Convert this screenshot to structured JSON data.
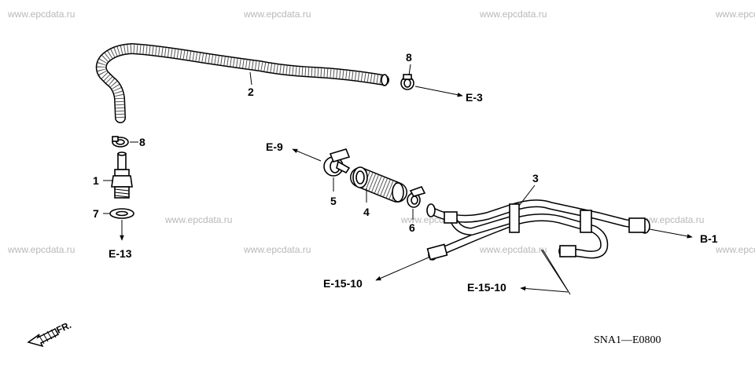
{
  "watermark": "www.epcdata.ru",
  "drawing_code": "SNA1—E0800",
  "front_marker": "FR.",
  "parts": [
    {
      "id": "part-1",
      "number": "1"
    },
    {
      "id": "part-2",
      "number": "2"
    },
    {
      "id": "part-3",
      "number": "3"
    },
    {
      "id": "part-4",
      "number": "4"
    },
    {
      "id": "part-5",
      "number": "5"
    },
    {
      "id": "part-6",
      "number": "6"
    },
    {
      "id": "part-7",
      "number": "7"
    },
    {
      "id": "part-8a",
      "number": "8"
    },
    {
      "id": "part-8b",
      "number": "8"
    }
  ],
  "references": {
    "e3": "E-3",
    "e9": "E-9",
    "e13": "E-13",
    "b1": "B-1",
    "e1510_left": "E-15-10",
    "e1510_right": "E-15-10"
  }
}
